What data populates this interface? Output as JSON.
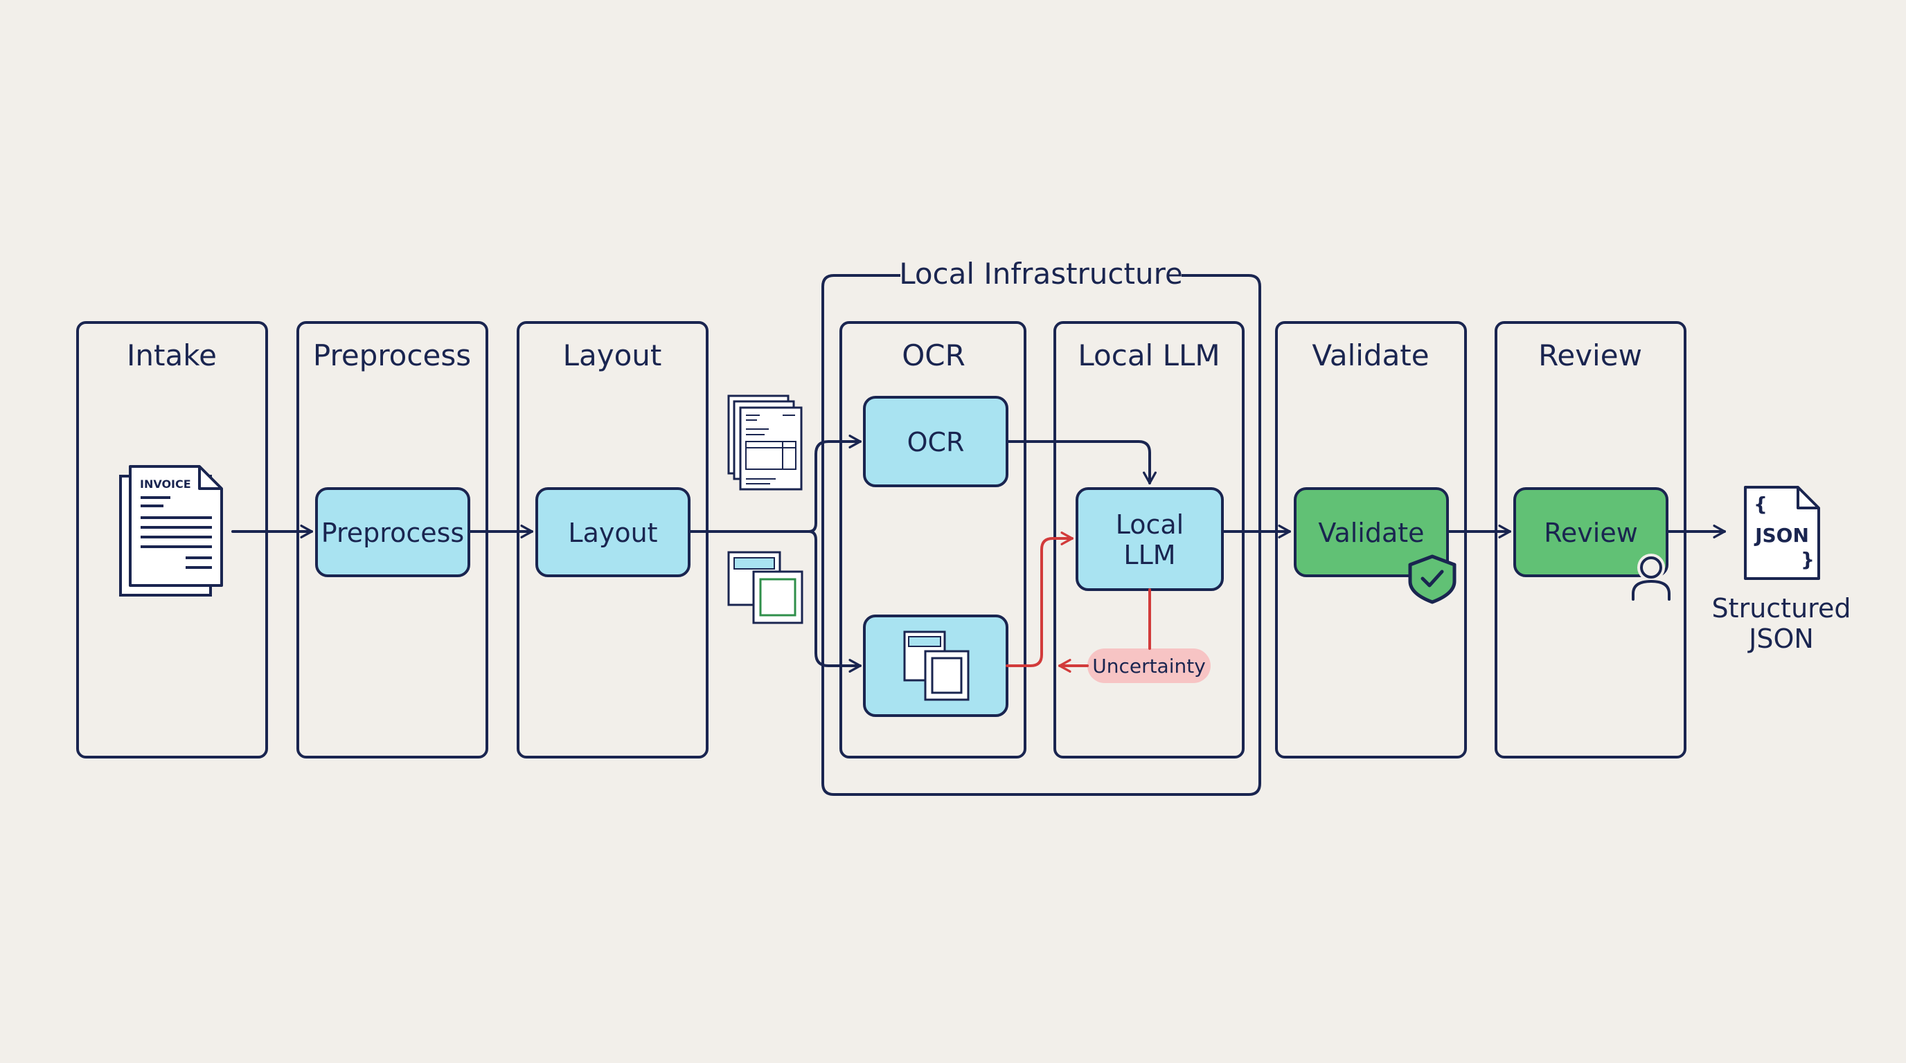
{
  "infrastructure": {
    "label": "Local Infrastructure"
  },
  "lanes": {
    "intake": {
      "title": "Intake"
    },
    "preprocess": {
      "title": "Preprocess",
      "box": "Preprocess"
    },
    "layout": {
      "title": "Layout",
      "box": "Layout"
    },
    "ocr": {
      "title": "OCR",
      "box": "OCR"
    },
    "local_llm": {
      "title": "Local LLM",
      "box_line1": "Local",
      "box_line2": "LLM"
    },
    "validate": {
      "title": "Validate",
      "box": "Validate"
    },
    "review": {
      "title": "Review",
      "box": "Review"
    }
  },
  "invoice_doc": {
    "label": "INVOICE"
  },
  "uncertainty": {
    "label": "Uncertainty"
  },
  "json_doc": {
    "open_brace": "{",
    "label": "JSON",
    "close_brace": "}"
  },
  "output": {
    "line1": "Structured",
    "line2": "JSON"
  },
  "colors": {
    "ink": "#1a2550",
    "blue_box": "#a9e3f1",
    "green_box": "#61c175",
    "alert_red": "#d23b3b",
    "alert_pill": "#f7c4c4",
    "background": "#f2efea"
  },
  "icons": {
    "invoice": "invoice-document-icon",
    "page_stack": "document-pages-icon",
    "layout_regions": "layout-regions-icon",
    "shield": "shield-check-icon",
    "reviewer": "person-icon",
    "json_file": "json-file-icon"
  }
}
